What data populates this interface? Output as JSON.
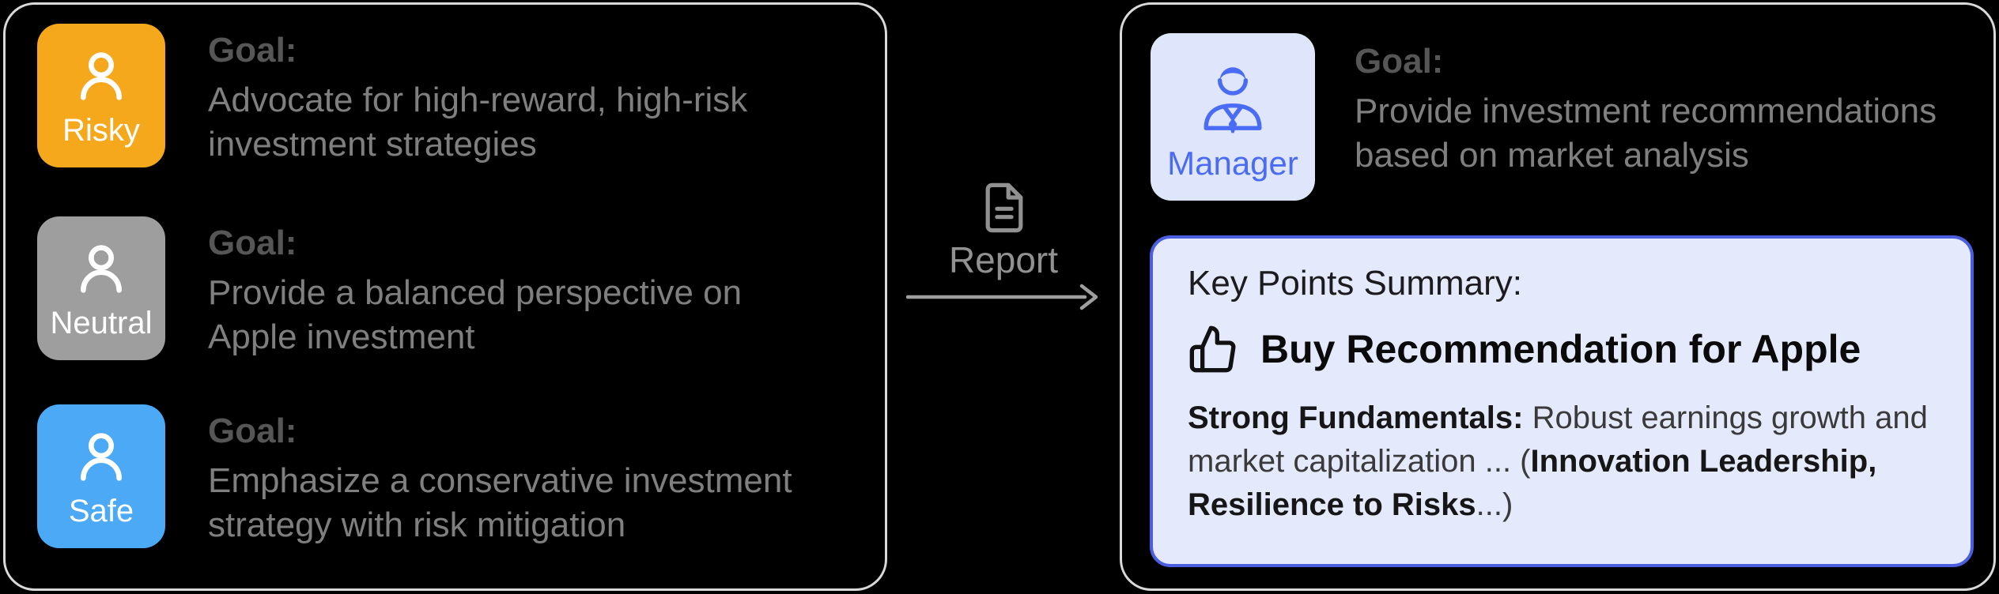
{
  "labels": {
    "goal": "Goal:",
    "report": "Report"
  },
  "colors": {
    "risky": "#F6A81C",
    "neutral": "#9E9E9E",
    "safe": "#4BA9F6",
    "manager_accent": "#4A6CF5",
    "manager_chip_bg": "#DFE6FC",
    "summary_bg": "#E4E9FC",
    "summary_border": "#4A5FE0",
    "panel_border": "#D9D9D9"
  },
  "agents": [
    {
      "label": "Risky",
      "goal": [
        "Advocate for high-reward, high-risk",
        "investment strategies"
      ]
    },
    {
      "label": "Neutral",
      "goal": [
        "Provide a balanced perspective on",
        "Apple investment"
      ]
    },
    {
      "label": "Safe",
      "goal": [
        "Emphasize a conservative investment",
        "strategy with risk mitigation"
      ]
    }
  ],
  "manager": {
    "label": "Manager",
    "goal": [
      "Provide investment recommendations",
      "based on market analysis"
    ]
  },
  "summary": {
    "title": "Key Points Summary:",
    "headline": "Buy Recommendation for Apple",
    "bold1": "Strong Fundamentals:",
    "text1": " Robust earnings growth and market capitalization ... (",
    "bold2": "Innovation Leadership, Resilience to Risks",
    "text2": "...)"
  }
}
